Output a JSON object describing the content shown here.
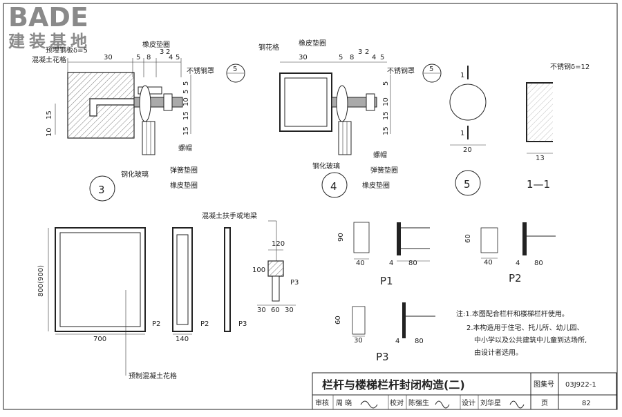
{
  "logo": {
    "brand": "BADE",
    "sub": "建装基地"
  },
  "labels": {
    "embed_plate": "预埋钢板δ=5",
    "concrete_grille": "混凝土花格",
    "steel_grille": "钢花格",
    "rubber_gasket": "橡皮垫圈",
    "ss_cover": "不锈钢罩",
    "nut": "螺帽",
    "tempered_glass": "钢化玻璃",
    "spring_washer": "弹簧垫圈",
    "ss_plate": "不锈钢δ=12",
    "concrete_handrail": "混凝土扶手或地梁",
    "precast_grille": "预制混凝土花格"
  },
  "callouts": {
    "d3": "3",
    "d4": "4",
    "d5": "5",
    "ref_top": "5",
    "ref_bot": "—",
    "sec_mark": "1"
  },
  "section_title": "1—1",
  "dims": {
    "d30": "30",
    "d5": "5",
    "d8": "8",
    "d3": "3",
    "d2": "2",
    "d4": "4",
    "d10": "10",
    "d15": "15",
    "d20": "20",
    "d13": "13",
    "d120": "120",
    "d100": "100",
    "d60": "60",
    "d700": "700",
    "d140": "140",
    "d800": "800(900)",
    "d40": "40",
    "d80": "80",
    "d90": "90"
  },
  "parts": {
    "p1": "P1",
    "p2": "P2",
    "p3": "P3"
  },
  "notes": {
    "n1": "注:1.本图配合栏杆和楼梯栏杆使用。",
    "n2a": "2.本构造用于住宅、托儿所、幼儿园、",
    "n2b": "中小学以及公共建筑中儿童到达场所,",
    "n2c": "由设计者选用。"
  },
  "titleblock": {
    "title": "栏杆与楼梯栏杆封闭构造(二)",
    "atlas_label": "图集号",
    "atlas_no": "03J922-1",
    "review_label": "审核",
    "reviewer": "周 晓",
    "check_label": "校对",
    "checker": "陈强生",
    "design_label": "设计",
    "designer": "刘华星",
    "page_label": "页",
    "page_no": "82"
  }
}
